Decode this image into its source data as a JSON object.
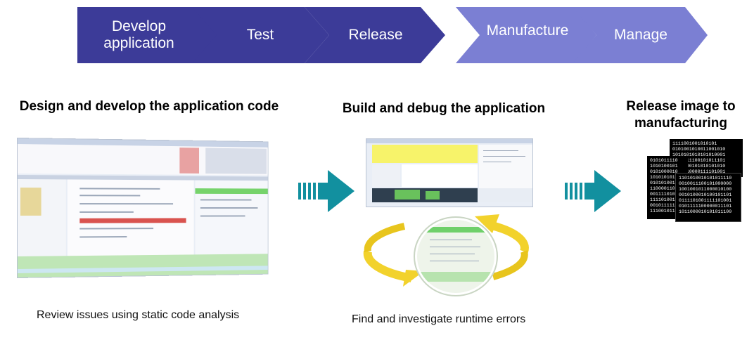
{
  "colors": {
    "dark_chevron": "#3c3b98",
    "light_chevron": "#7b7fd3",
    "teal_arrow": "#12909f",
    "cycle_arrow": "#f2d22c"
  },
  "process": {
    "steps": [
      {
        "label": "Develop\napplication"
      },
      {
        "label": "Test"
      },
      {
        "label": "Release"
      },
      {
        "label": "Manufacture"
      },
      {
        "label": "Manage"
      }
    ]
  },
  "stages": [
    {
      "heading": "Design and develop the application code",
      "caption": "Review issues using static code analysis"
    },
    {
      "heading": "Build and debug the application",
      "caption": "Find and investigate runtime errors"
    },
    {
      "heading": "Release image to\nmanufacturing"
    }
  ],
  "binary": {
    "back": "1111001001010101\n0101001010011001010\n1010101010101010001\n0101111100101011101\n0111100101010101010\n1001010000111101001",
    "front": "1101010010101011110\n0010011100101000000\n1001001011000010100\n0010100010100101101\n0111101001111101001\n0101111100000011101\n1011000010101011100",
    "left": "0101011110\n1010100101\n0101000010\n1010101010\n0101010011\n1100001101\n0011110100\n1111010010\n0010111110\n1110010111"
  }
}
